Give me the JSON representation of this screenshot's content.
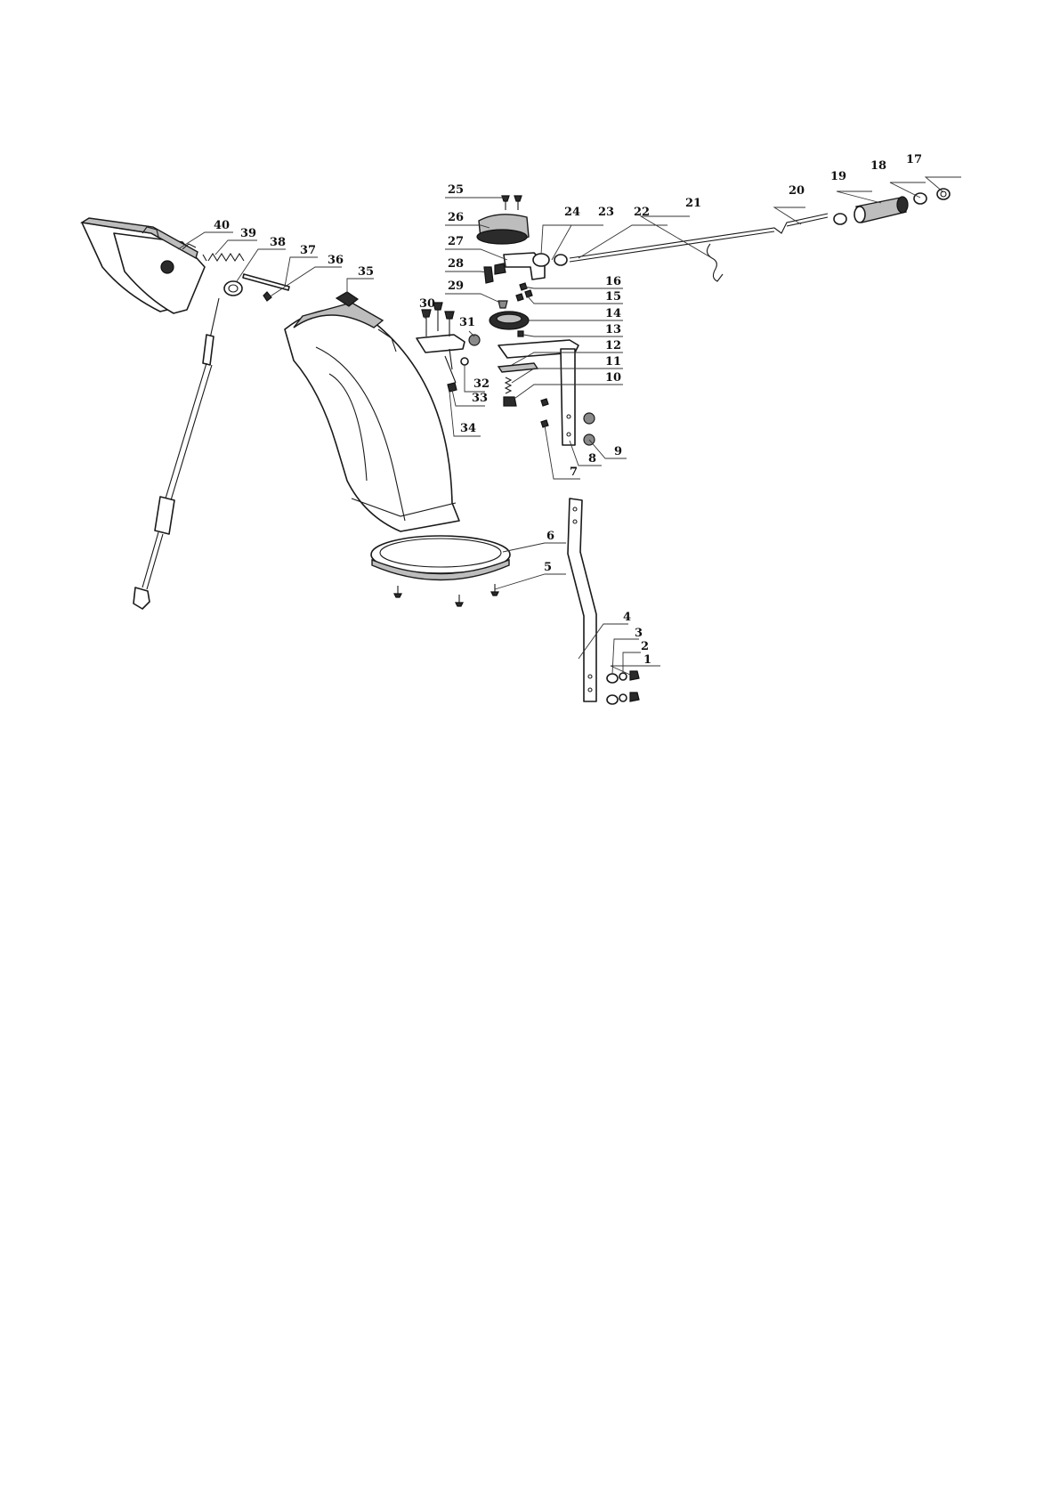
{
  "callouts": [
    {
      "id": "1",
      "text": "1"
    },
    {
      "id": "2",
      "text": "2"
    },
    {
      "id": "3",
      "text": "3"
    },
    {
      "id": "4",
      "text": "4"
    },
    {
      "id": "5",
      "text": "5"
    },
    {
      "id": "6",
      "text": "6"
    },
    {
      "id": "7",
      "text": "7"
    },
    {
      "id": "8",
      "text": "8"
    },
    {
      "id": "9",
      "text": "9"
    },
    {
      "id": "10",
      "text": "10"
    },
    {
      "id": "11",
      "text": "11"
    },
    {
      "id": "12",
      "text": "12"
    },
    {
      "id": "13",
      "text": "13"
    },
    {
      "id": "14",
      "text": "14"
    },
    {
      "id": "15",
      "text": "15"
    },
    {
      "id": "16",
      "text": "16"
    },
    {
      "id": "17",
      "text": "17"
    },
    {
      "id": "18",
      "text": "18"
    },
    {
      "id": "19",
      "text": "19"
    },
    {
      "id": "20",
      "text": "20"
    },
    {
      "id": "21",
      "text": "21"
    },
    {
      "id": "22",
      "text": "22"
    },
    {
      "id": "23",
      "text": "23"
    },
    {
      "id": "24",
      "text": "24"
    },
    {
      "id": "25",
      "text": "25"
    },
    {
      "id": "26",
      "text": "26"
    },
    {
      "id": "27",
      "text": "27"
    },
    {
      "id": "28",
      "text": "28"
    },
    {
      "id": "29",
      "text": "29"
    },
    {
      "id": "30",
      "text": "30"
    },
    {
      "id": "31",
      "text": "31"
    },
    {
      "id": "32",
      "text": "32"
    },
    {
      "id": "33",
      "text": "33"
    },
    {
      "id": "34",
      "text": "34"
    },
    {
      "id": "35",
      "text": "35"
    },
    {
      "id": "36",
      "text": "36"
    },
    {
      "id": "37",
      "text": "37"
    },
    {
      "id": "38",
      "text": "38"
    },
    {
      "id": "39",
      "text": "39"
    },
    {
      "id": "40",
      "text": "40"
    }
  ]
}
